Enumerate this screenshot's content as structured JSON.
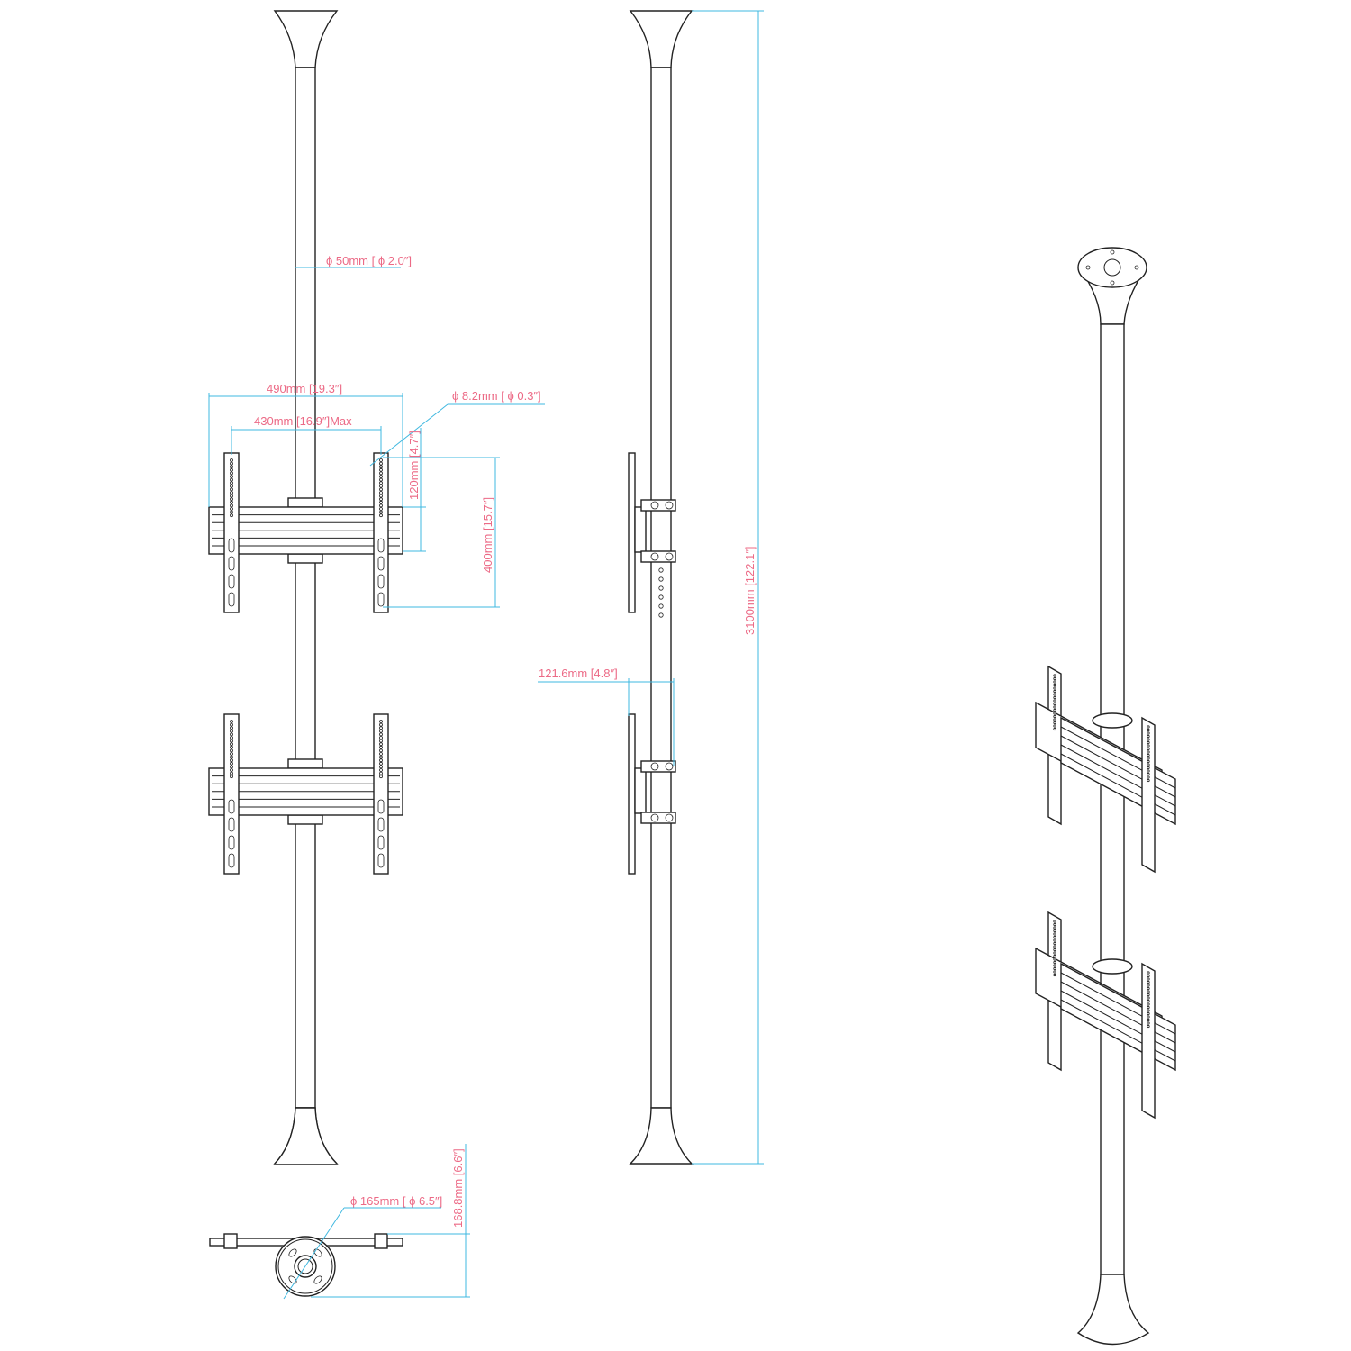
{
  "dimensions": {
    "pole_diameter": "ϕ 50mm [ ϕ 2.0″]",
    "overall_width": "490mm [19.3″]",
    "max_hole_spacing": "430mm [16.9″]Max",
    "hole_diameter": "ϕ 8.2mm [ ϕ 0.3″]",
    "rail_offset": "120mm [4.7″]",
    "vertical_hole_spacing": "400mm [15.7″]",
    "total_height": "3100mm [122.1″]",
    "depth": "121.6mm [4.8″]",
    "base_diameter": "ϕ 165mm [ ϕ 6.5″]",
    "base_depth": "168.8mm [6.6″]"
  },
  "colors": {
    "dimension_line": "#3fb8e0",
    "dimension_text": "#ec6a86",
    "outline": "#222222"
  }
}
